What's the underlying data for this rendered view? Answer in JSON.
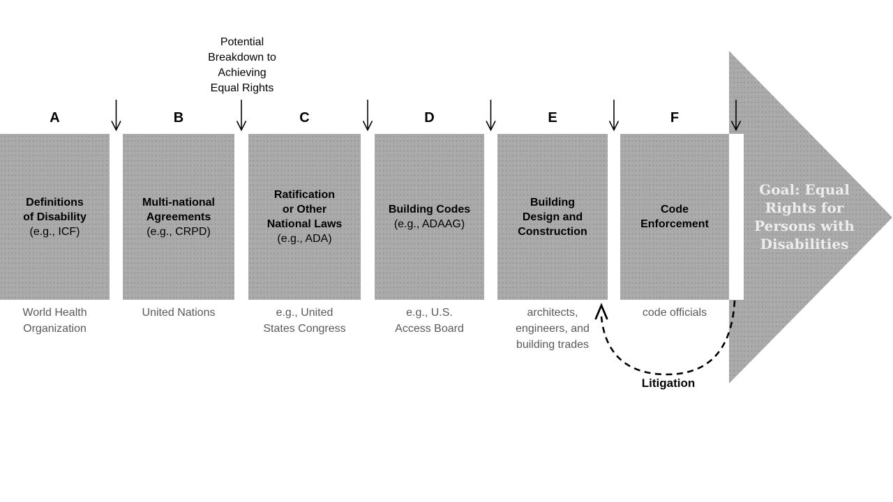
{
  "diagram": {
    "annotation": "Potential\nBreakdown to\nAchieving\nEqual Rights",
    "stages": [
      {
        "letter": "A",
        "title": "Definitions\nof Disability",
        "example": "(e.g., ICF)",
        "actor": "World Health\nOrganization"
      },
      {
        "letter": "B",
        "title": "Multi-national\nAgreements",
        "example": "(e.g., CRPD)",
        "actor": "United Nations"
      },
      {
        "letter": "C",
        "title": "Ratification\nor Other\nNational Laws",
        "example": "(e.g., ADA)",
        "actor": "e.g., United\nStates Congress"
      },
      {
        "letter": "D",
        "title": "Building Codes",
        "example": "(e.g., ADAAG)",
        "actor": "e.g., U.S.\nAccess Board"
      },
      {
        "letter": "E",
        "title": "Building\nDesign and\nConstruction",
        "example": "",
        "actor": "architects,\nengineers, and\nbuilding trades"
      },
      {
        "letter": "F",
        "title": "Code\nEnforcement",
        "example": "",
        "actor": "code officials"
      }
    ],
    "goal": "Goal: Equal\nRights for\nPersons with\nDisabilities",
    "litigation": "Litigation"
  },
  "icons": {
    "breakdown_arrow": "down-arrow",
    "litigation_arrow": "dashed-curved-up-arrow",
    "goal_shape": "right-pointing-triangle"
  },
  "colors": {
    "box_fill": "#ababab",
    "box_dot": "#8f8f8f",
    "box_dot2": "#9a9a9a",
    "actor_text": "#595959",
    "goal_text": "#ededed",
    "line": "#000000"
  }
}
